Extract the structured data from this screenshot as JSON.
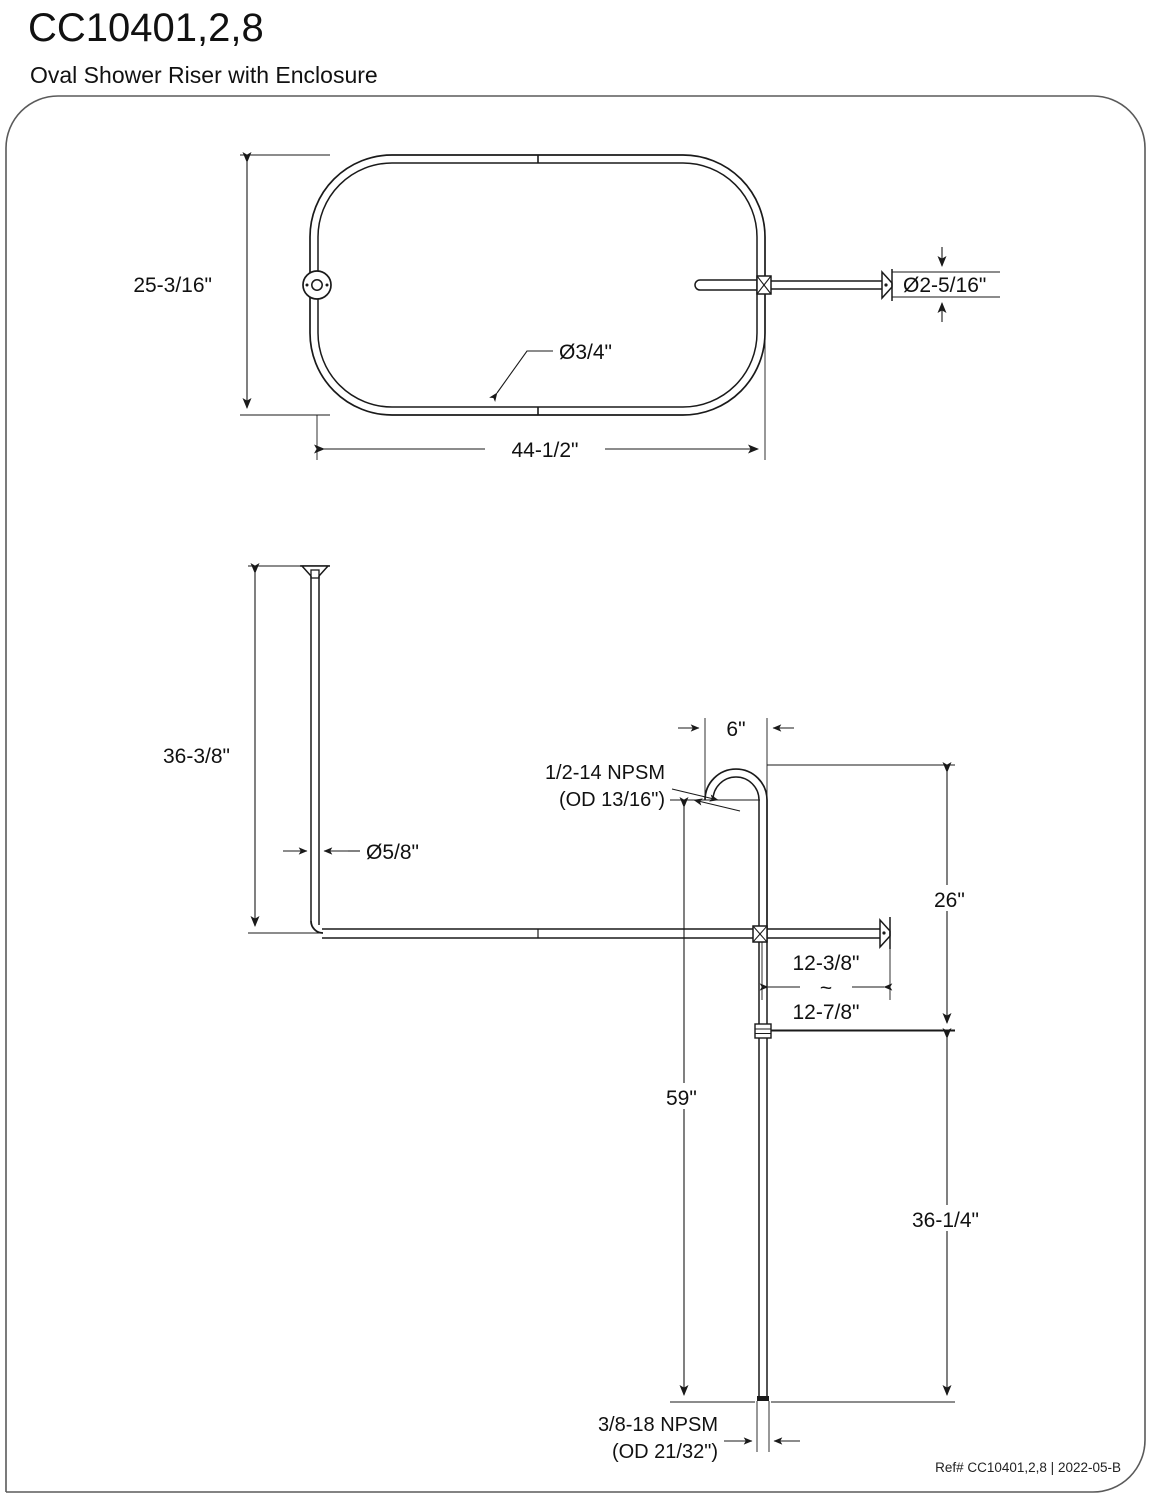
{
  "header": {
    "title": "CC10401,2,8",
    "subtitle": "Oval Shower Riser with Enclosure"
  },
  "footer": {
    "reference": "Ref# CC10401,2,8 | 2022-05-B"
  },
  "drawings": {
    "top_view": {
      "name": "Oval shower enclosure ring - plan view",
      "dimensions": {
        "height": "25-3/16\"",
        "width": "44-1/2\"",
        "tube_diameter": "Ø3/4\"",
        "flange_diameter": "Ø2-5/16\""
      }
    },
    "side_view": {
      "name": "Shower riser - elevation view",
      "dimensions": {
        "ceiling_support_height": "36-3/8\"",
        "support_rod_diameter": "Ø5/8\"",
        "shower_head_offset": "6\"",
        "shower_arm_thread": "1/2-14 NPSM",
        "shower_arm_od": "(OD 13/16\")",
        "riser_to_wall_min": "12-3/8\"",
        "riser_to_wall_range_symbol": "~",
        "riser_to_wall_max": "12-7/8\"",
        "arm_height": "26\"",
        "riser_total_height": "59\"",
        "lower_riser_height": "36-1/4\"",
        "supply_thread": "3/8-18 NPSM",
        "supply_od": "(OD 21/32\")"
      }
    }
  },
  "colors": {
    "line": "#1a1a1a",
    "frame": "#555555",
    "text": "#111111",
    "background": "#ffffff"
  }
}
